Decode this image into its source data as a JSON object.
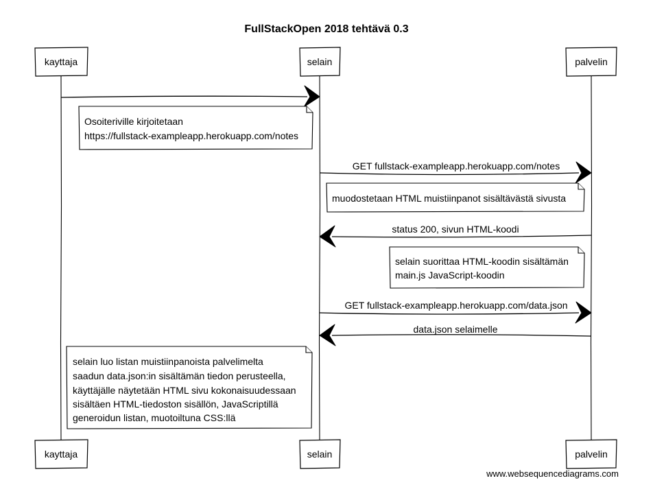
{
  "title": "FullStackOpen 2018 tehtävä 0.3",
  "participants": [
    {
      "id": "kayttaja",
      "label": "kayttaja"
    },
    {
      "id": "selain",
      "label": "selain"
    },
    {
      "id": "palvelin",
      "label": "palvelin"
    }
  ],
  "messages": [
    {
      "from": "kayttaja",
      "to": "selain",
      "label": ""
    },
    {
      "from": "selain",
      "to": "palvelin",
      "label": "GET fullstack-exampleapp.herokuapp.com/notes"
    },
    {
      "from": "palvelin",
      "to": "selain",
      "label": "status 200, sivun HTML-koodi"
    },
    {
      "from": "selain",
      "to": "palvelin",
      "label": "GET fullstack-exampleapp.herokuapp.com/data.json"
    },
    {
      "from": "palvelin",
      "to": "selain",
      "label": "data.json selaimelle"
    }
  ],
  "notes": [
    {
      "lines": [
        "Osoiteriville kirjoitetaan",
        "https://fullstack-exampleapp.herokuapp.com/notes"
      ]
    },
    {
      "lines": [
        "muodostetaan HTML muistiinpanot sisältävästä sivusta"
      ]
    },
    {
      "lines": [
        "selain suorittaa HTML-koodin sisältämän",
        "main.js JavaScript-koodin"
      ]
    },
    {
      "lines": [
        "selain luo listan muistiinpanoista palvelimelta",
        "saadun data.json:in sisältämän tiedon perusteella,",
        "käyttäjälle näytetään HTML sivu kokonaisuudessaan",
        "sisältäen HTML-tiedoston sisällön, JavaScriptillä",
        "generoidun listan, muotoiltuna CSS:llä"
      ]
    }
  ],
  "footer": "www.websequencediagrams.com"
}
